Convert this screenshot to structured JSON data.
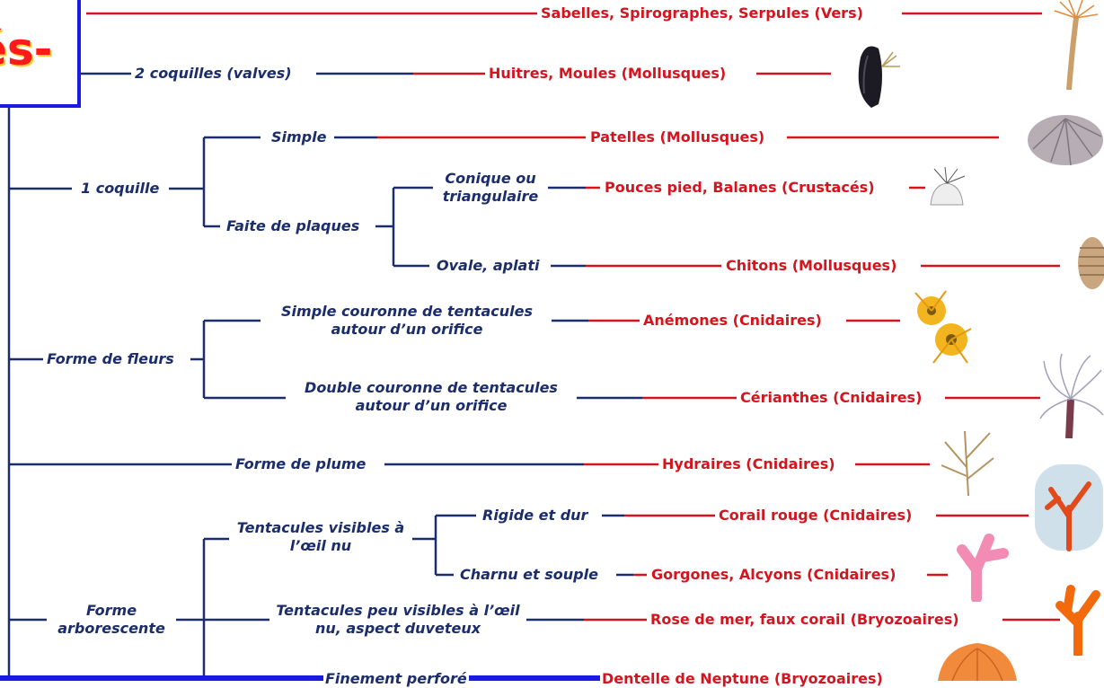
{
  "title": {
    "text": "és-"
  },
  "colors": {
    "branch": "#1b2d6b",
    "leaf": "#d4151f",
    "frame": "#1a1ae0"
  },
  "nodes": {
    "two_shells": "2 coquilles (valves)",
    "one_shell": "1 coquille",
    "simple": "Simple",
    "plates": "Faite de plaques",
    "conical": "Conique ou triangulaire",
    "oval": "Ovale, aplati",
    "flowers": "Forme de fleurs",
    "single_crown": "Simple couronne de tentacules autour d’un orifice",
    "double_crown": "Double couronne de tentacules autour d’un orifice",
    "feather": "Forme de plume",
    "visible_tentacles": "Tentacules visibles à l’œil nu",
    "rigid": "Rigide et dur",
    "fleshy": "Charnu et souple",
    "arborescent": "Forme arborescente",
    "faint_tentacles": "Tentacules peu visibles à l’œil nu, aspect duveteux",
    "perforated": "Finement perforé"
  },
  "leaves": {
    "sabelles": "Sabelles, Spirographes, Serpules (Vers)",
    "huitres": "Huitres, Moules (Mollusques)",
    "patelles": "Patelles (Mollusques)",
    "pouces": "Pouces pied, Balanes (Crustacés)",
    "chitons": "Chitons (Mollusques)",
    "anemones": "Anémones (Cnidaires)",
    "cerianthes": "Cérianthes (Cnidaires)",
    "hydraires": "Hydraires (Cnidaires)",
    "corail": "Corail rouge (Cnidaires)",
    "gorgones": "Gorgones, Alcyons (Cnidaires)",
    "rose": "Rose de mer, faux corail (Bryozoaires)",
    "dentelle": "Dentelle de Neptune (Bryozoaires)"
  }
}
